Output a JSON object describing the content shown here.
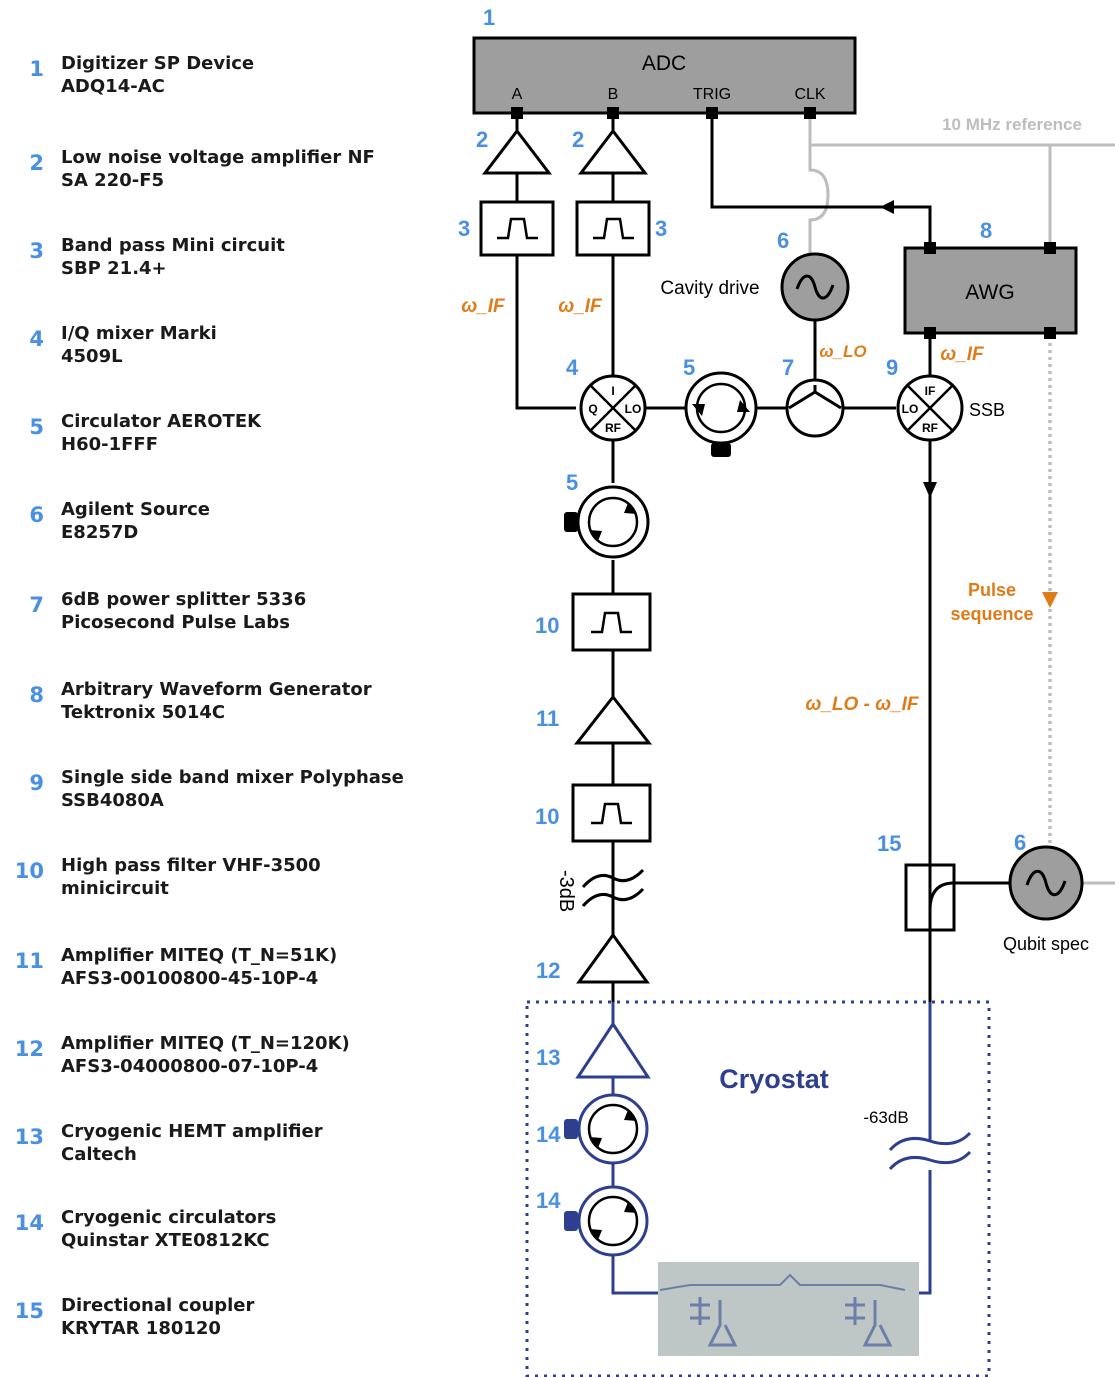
{
  "legend": [
    {
      "num": "1",
      "line1": "Digitizer SP Device",
      "line2": "ADQ14-AC"
    },
    {
      "num": "2",
      "line1": "Low noise voltage amplifier NF",
      "line2": "SA 220-F5"
    },
    {
      "num": "3",
      "line1": "Band pass Mini circuit",
      "line2": "SBP 21.4+"
    },
    {
      "num": "4",
      "line1": "I/Q mixer Marki",
      "line2": "4509L"
    },
    {
      "num": "5",
      "line1": "Circulator AEROTEK",
      "line2": "H60-1FFF"
    },
    {
      "num": "6",
      "line1": "Agilent Source",
      "line2": "E8257D"
    },
    {
      "num": "7",
      "line1": "6dB power splitter 5336",
      "line2": "Picosecond Pulse Labs"
    },
    {
      "num": "8",
      "line1": "Arbitrary Waveform Generator",
      "line2": "Tektronix 5014C"
    },
    {
      "num": "9",
      "line1": "Single side band mixer Polyphase",
      "line2": "SSB4080A"
    },
    {
      "num": "10",
      "line1": "High pass filter VHF-3500",
      "line2": "minicircuit"
    },
    {
      "num": "11",
      "line1": "Amplifier MITEQ (T_N=51K)",
      "line2": "AFS3-00100800-45-10P-4"
    },
    {
      "num": "12",
      "line1": "Amplifier MITEQ (T_N=120K)",
      "line2": "AFS3-04000800-07-10P-4"
    },
    {
      "num": "13",
      "line1": "Cryogenic HEMT amplifier",
      "line2": "Caltech"
    },
    {
      "num": "14",
      "line1": "Cryogenic circulators",
      "line2": "Quinstar XTE0812KC"
    },
    {
      "num": "15",
      "line1": "Directional coupler",
      "line2": "KRYTAR 180120"
    }
  ],
  "diagram": {
    "adc": {
      "label": "ADC",
      "ports": [
        "A",
        "B",
        "TRIG",
        "CLK"
      ]
    },
    "awg_label": "AWG",
    "reference_label": "10 MHz reference",
    "cavity_drive_label": "Cavity drive",
    "qubit_spec_label": "Qubit spec",
    "pulse_sequence_label": [
      "Pulse",
      "sequence"
    ],
    "cryostat_label": "Cryostat",
    "ssb_label": "SSB",
    "attenuation_top": "-3dB",
    "attenuation_cryo": "-63dB",
    "omega_if": "ω_IF",
    "omega_lo": "ω_LO",
    "omega_lo_minus_if": "ω_LO - ω_IF",
    "iq_mixer_ports": [
      "I",
      "Q",
      "LO",
      "RF"
    ],
    "ssb_mixer_ports": [
      "IF",
      "LO",
      "RF"
    ],
    "component_numbers": [
      "1",
      "2",
      "2",
      "3",
      "3",
      "4",
      "5",
      "5",
      "6",
      "6",
      "7",
      "8",
      "9",
      "10",
      "10",
      "11",
      "12",
      "13",
      "14",
      "14",
      "15"
    ]
  },
  "colors": {
    "number_blue": "#4a90e2",
    "cryo_blue": "#2e3f8f",
    "omega_orange": "#e07b1a",
    "reference_gray": "#bdbdbd",
    "device_fill": "#9e9e9e"
  },
  "icons": [
    "sine-wave-icon",
    "amplifier-triangle-icon",
    "bandpass-filter-icon",
    "circulator-icon",
    "mixer-icon",
    "splitter-icon",
    "attenuator-icon",
    "coupler-icon",
    "arrow-icon"
  ]
}
